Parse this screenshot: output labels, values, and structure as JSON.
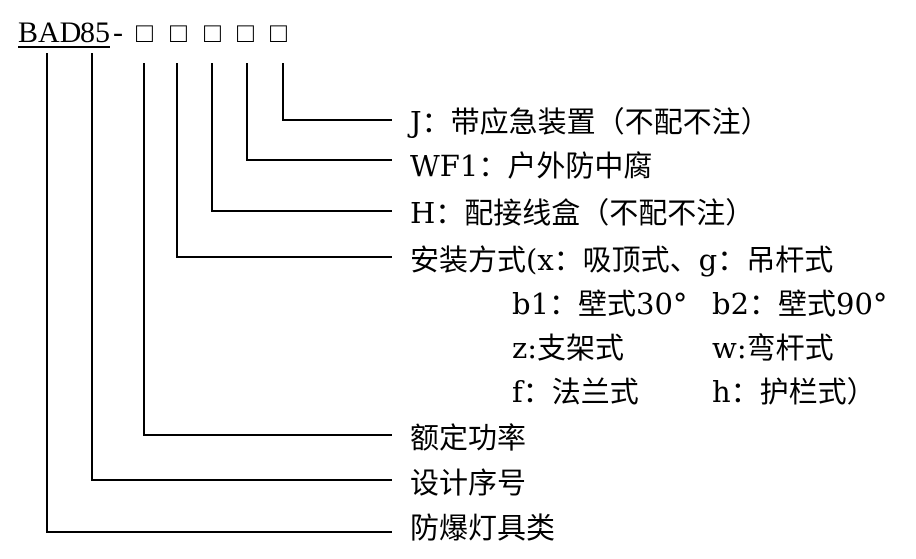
{
  "model_code": {
    "prefix": "BAD",
    "series": "85",
    "dash": "-",
    "boxes": [
      "□",
      "□",
      "□",
      "□",
      "□"
    ]
  },
  "labels": {
    "emergency": "J：带应急装置（不配不注）",
    "outdoor": "WF1：户外防中腐",
    "junction_box": "H：配接线盒（不配不注）",
    "mounting": "安装方式(x：吸顶式、g：吊杆式",
    "mount_b1": "b1：壁式30°",
    "mount_b2": "b2：壁式90°",
    "mount_z": "z:支架式",
    "mount_w": "w:弯杆式",
    "mount_f": "f：法兰式",
    "mount_h": "h：护栏式）",
    "rated_power": "额定功率",
    "design_no": "设计序号",
    "lamp_type": "防爆灯具类"
  }
}
